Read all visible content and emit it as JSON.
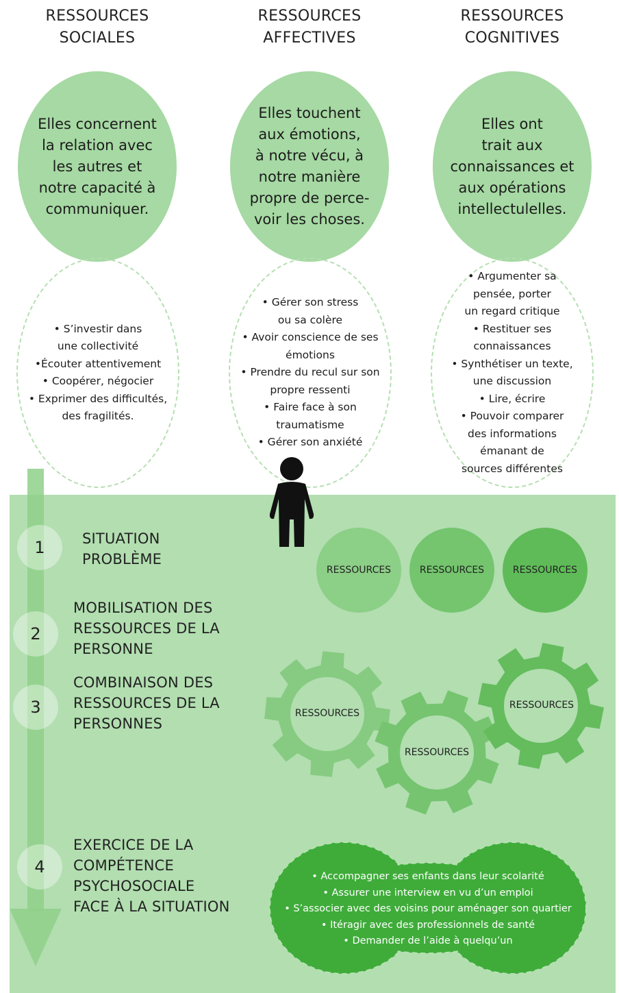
{
  "columns": [
    {
      "title": [
        "RESSOURCES",
        "SOCIALES"
      ],
      "description": [
        "Elles concernent",
        "la relation avec",
        "les autres et",
        "notre capacité à",
        "communiquer."
      ],
      "examples": [
        "• S’investir dans",
        "une collectivité",
        "•Écouter attentivement",
        "• Coopérer, négocier",
        "• Exprimer des difficultés,",
        "des fragilités."
      ]
    },
    {
      "title": [
        "RESSOURCES",
        "AFFECTIVES"
      ],
      "description": [
        "Elles touchent",
        "aux émotions,",
        "à notre vécu, à",
        "notre manière",
        "propre de perce-",
        "voir les choses."
      ],
      "examples": [
        "• Gérer son stress",
        "ou sa colère",
        "• Avoir conscience de ses",
        "émotions",
        "• Prendre du recul sur son",
        "propre ressenti",
        "• Faire face à son",
        "traumatisme",
        "• Gérer son anxiété"
      ]
    },
    {
      "title": [
        "RESSOURCES",
        "COGNITIVES"
      ],
      "description": [
        "Elles ont",
        "trait aux",
        "connaissances et",
        "aux opérations",
        "intellectulelles."
      ],
      "examples": [
        "• Argumenter sa",
        "pensée, porter",
        "un regard critique",
        "• Restituer ses",
        "connaissances",
        "• Synthétiser un texte,",
        "une discussion",
        "• Lire, écrire",
        "• Pouvoir comparer",
        "des informations",
        "émanant de",
        "sources différentes"
      ]
    }
  ],
  "steps": [
    {
      "number": "1",
      "label": [
        "SITUATION",
        "PROBLÈME"
      ]
    },
    {
      "number": "2",
      "label": [
        "MOBILISATION DES",
        "RESSOURCES DE LA",
        "PERSONNE"
      ]
    },
    {
      "number": "3",
      "label": [
        "COMBINAISON DES",
        "RESSOURCES DE LA",
        "PERSONNES"
      ]
    },
    {
      "number": "4",
      "label": [
        "EXERCICE DE LA",
        "COMPÉTENCE",
        "PSYCHOSOCIALE",
        "FACE À LA SITUATION"
      ]
    }
  ],
  "resource_circles": [
    "RESSOURCES",
    "RESSOURCES",
    "RESSOURCES"
  ],
  "gears": [
    "RESSOURCES",
    "RESSOURCES",
    "RESSOURCES"
  ],
  "outcomes": [
    "• Accompagner ses enfants dans leur scolarité",
    "• Assurer une interview en vu d’un emploi",
    "• S’associer avec des voisins pour aménager  son quartier",
    "• Itéragir avec des professionnels de santé",
    "• Demander de l’aide à quelqu’un"
  ],
  "colors": {
    "circle": "#a6d9a3",
    "dashed": "#b5dfb1",
    "panel": "#b2deb0",
    "arrow": "#8fd08a",
    "res1": "#8ccf87",
    "res2": "#74c56e",
    "res3": "#5fbb58",
    "gear1": "#86cb81",
    "gear2": "#76c470",
    "gear3": "#64bc5d",
    "outcome": "#3fac3a"
  },
  "icons": {
    "person": "person-icon"
  }
}
